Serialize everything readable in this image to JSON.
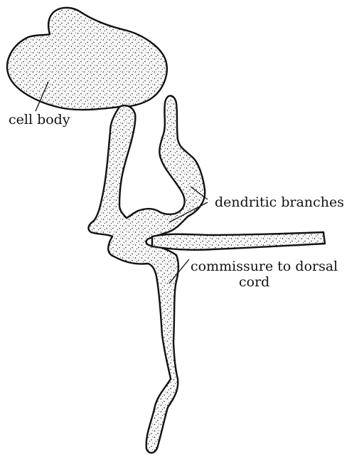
{
  "labels": {
    "cell_body": "cell body",
    "dendritic_branches": "dendritic branches",
    "commissure_line1": "commissure to dorsal",
    "commissure_line2": "cord"
  },
  "colors": {
    "ink": "#111111",
    "background": "#ffffff"
  }
}
